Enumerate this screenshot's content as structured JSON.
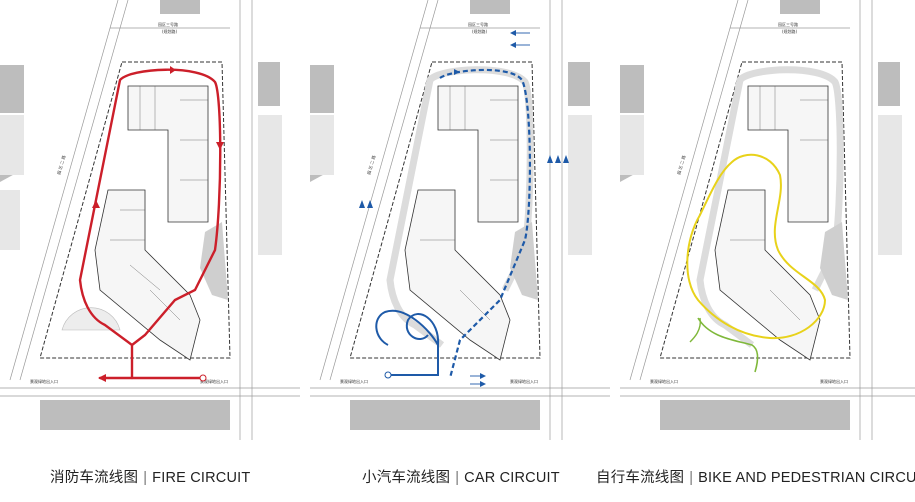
{
  "panels": [
    {
      "id": "fire",
      "road_top_label": "园区三号路",
      "road_top_sub": "(规划路)",
      "road_left_label": "园 区 二 路",
      "entry_left": "景观绿地出入口",
      "entry_right": "景观绿地出入口",
      "caption_cn": "消防车流线图",
      "caption_en": "FIRE CIRCUIT",
      "accent": "#cc1f2a"
    },
    {
      "id": "car",
      "road_top_label": "园区三号路",
      "road_top_sub": "(规划路)",
      "road_left_label": "园 区 二 路",
      "entry_left": "景观绿地出入口",
      "entry_right": "景观绿地出入口",
      "caption_cn": "小汽车流线图",
      "caption_en": "CAR CIRCUIT",
      "accent": "#1e5aa8"
    },
    {
      "id": "bike",
      "road_top_label": "园区三号路",
      "road_top_sub": "(规划路)",
      "road_left_label": "园 区 二 路",
      "entry_left": "景观绿地出入口",
      "entry_right": "景观绿地出入口",
      "caption_cn": "自行车流线图",
      "caption_en": "BIKE AND PEDESTRIAN CIRCUIT",
      "accent": "#e8d21a",
      "accent2": "#7fb83a"
    }
  ],
  "separator": "|"
}
